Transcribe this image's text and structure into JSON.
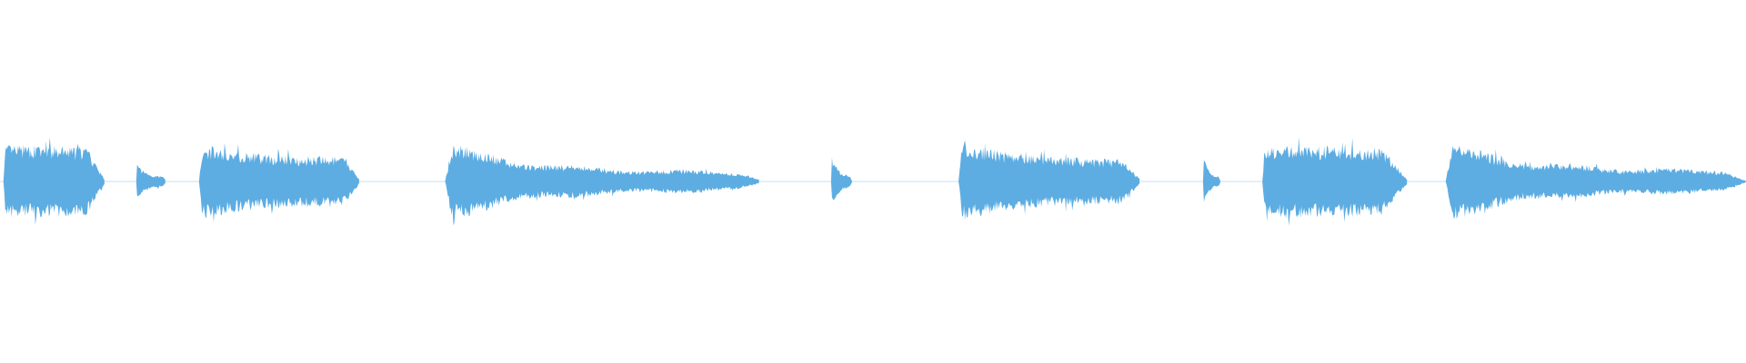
{
  "waveform": {
    "color": "#5dade2",
    "total_duration_units": 100,
    "segments": [
      {
        "start": 0.2,
        "end": 6.0,
        "peak": 0.86,
        "sustain": 0.8,
        "release_to": 0.05,
        "shape": "plateau"
      },
      {
        "start": 7.8,
        "end": 9.5,
        "peak": 0.42,
        "sustain": 0.1,
        "release_to": 0.02,
        "shape": "decay"
      },
      {
        "start": 11.4,
        "end": 20.6,
        "peak": 0.88,
        "sustain": 0.55,
        "release_to": 0.05,
        "shape": "decay"
      },
      {
        "start": 25.5,
        "end": 43.5,
        "peak": 0.86,
        "sustain": 0.22,
        "release_to": 0.04,
        "shape": "long-decay"
      },
      {
        "start": 47.6,
        "end": 48.8,
        "peak": 0.62,
        "sustain": 0.1,
        "release_to": 0.02,
        "shape": "decay"
      },
      {
        "start": 54.9,
        "end": 65.3,
        "peak": 0.92,
        "sustain": 0.5,
        "release_to": 0.05,
        "shape": "decay"
      },
      {
        "start": 68.9,
        "end": 69.9,
        "peak": 0.62,
        "sustain": 0.08,
        "release_to": 0.02,
        "shape": "decay"
      },
      {
        "start": 72.3,
        "end": 80.6,
        "peak": 0.86,
        "sustain": 0.8,
        "release_to": 0.05,
        "shape": "plateau"
      },
      {
        "start": 82.8,
        "end": 100.0,
        "peak": 0.88,
        "sustain": 0.25,
        "release_to": 0.02,
        "shape": "long-decay"
      }
    ]
  }
}
